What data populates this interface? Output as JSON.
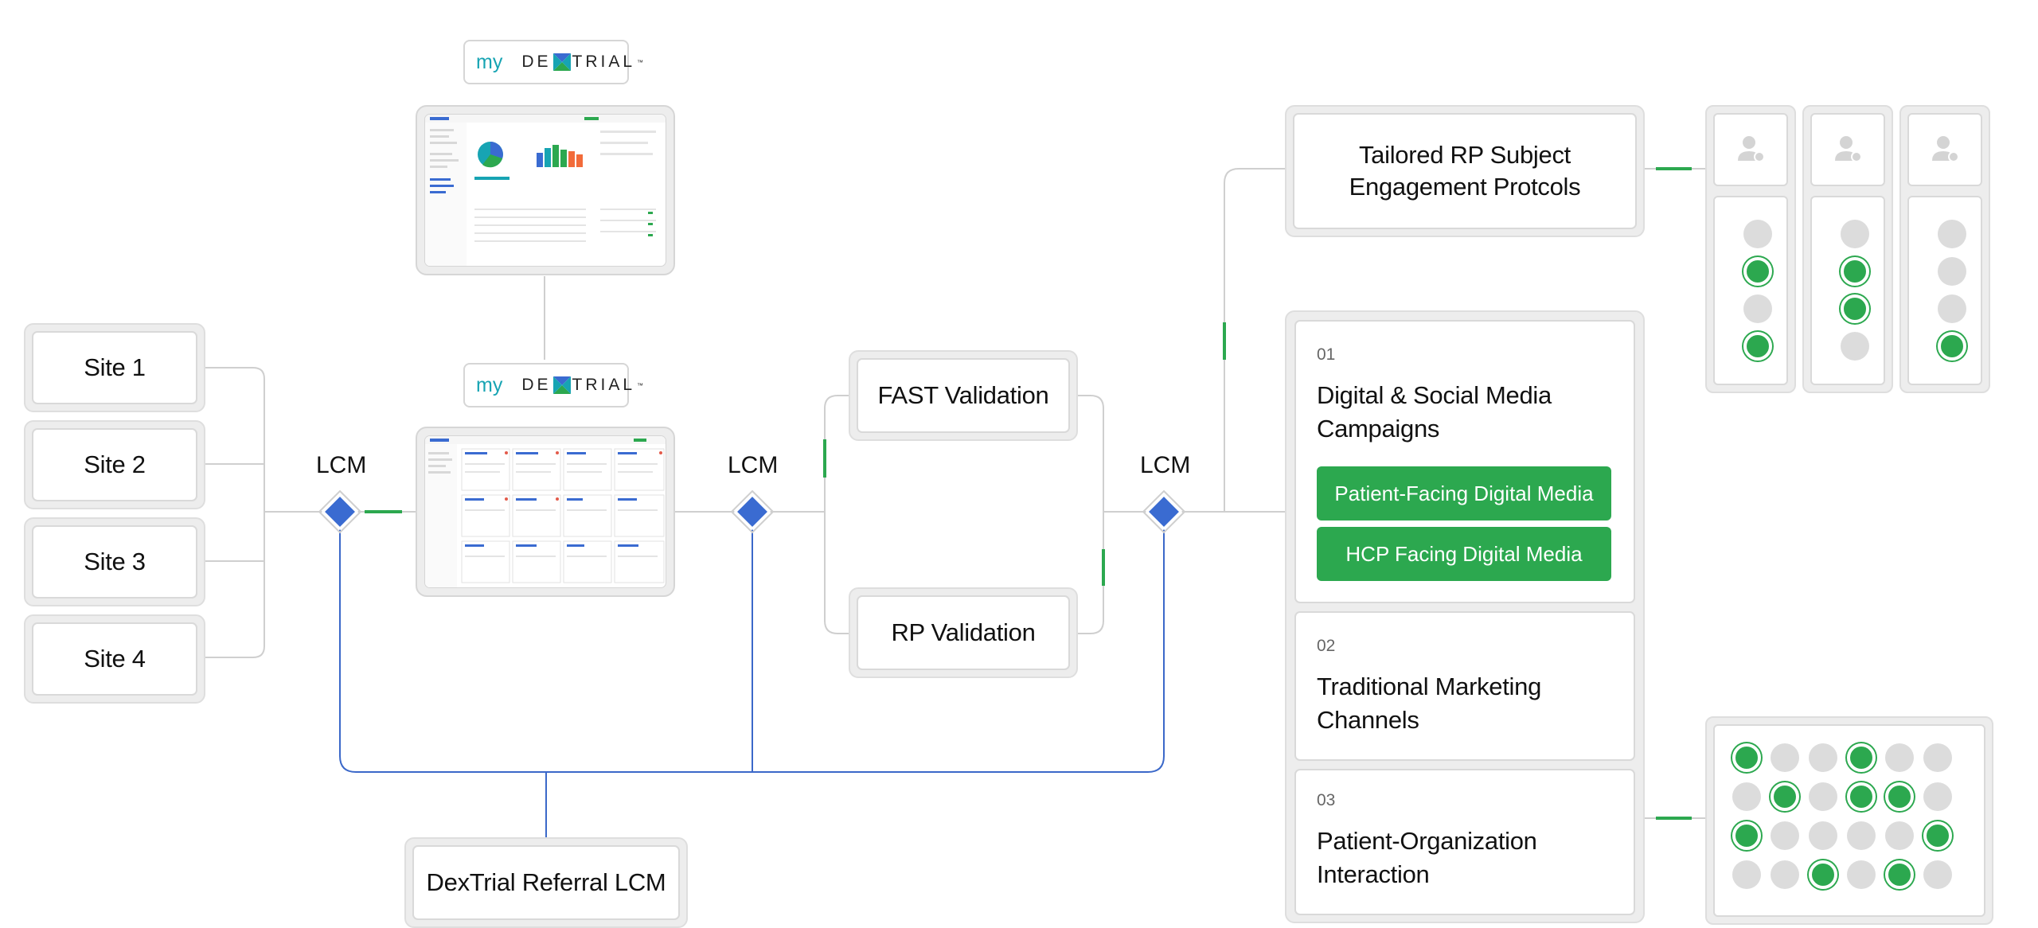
{
  "logo": {
    "my": "my",
    "brand_left": "DE",
    "brand_right": "TRIAL",
    "tm": "™"
  },
  "sites": [
    "Site 1",
    "Site 2",
    "Site 3",
    "Site 4"
  ],
  "lcm_label": "LCM",
  "validation": {
    "fast": "FAST Validation",
    "rp": "RP Validation"
  },
  "referral": "DexTrial Referral LCM",
  "tailored": {
    "line1": "Tailored RP Subject",
    "line2": "Engagement Protcols"
  },
  "campaigns": [
    {
      "num": "01",
      "line1": "Digital & Social Media",
      "line2": "Campaigns",
      "buttons": [
        "Patient-Facing Digital Media",
        "HCP Facing Digital Media"
      ]
    },
    {
      "num": "02",
      "line1": "Traditional Marketing",
      "line2": "Channels"
    },
    {
      "num": "03",
      "line1": "Patient-Organization",
      "line2": "Interaction"
    }
  ],
  "colors": {
    "accent_green": "#2ca84f",
    "connector_blue": "#3b68c9",
    "diamond_blue": "#3a6bd1",
    "teal": "#17a4b3"
  },
  "subject_columns": [
    {
      "dots": [
        false,
        true,
        false,
        true
      ]
    },
    {
      "dots": [
        false,
        true,
        true,
        false
      ]
    },
    {
      "dots": [
        false,
        false,
        false,
        true
      ]
    }
  ],
  "engagement_grid": [
    [
      true,
      false,
      false,
      true,
      false,
      false
    ],
    [
      false,
      true,
      false,
      true,
      true,
      false
    ],
    [
      true,
      false,
      false,
      false,
      false,
      true
    ],
    [
      false,
      false,
      true,
      false,
      true,
      false
    ]
  ],
  "icons": [
    "person-icon",
    "diamond-node-icon",
    "dextrial-x-logo-icon"
  ]
}
